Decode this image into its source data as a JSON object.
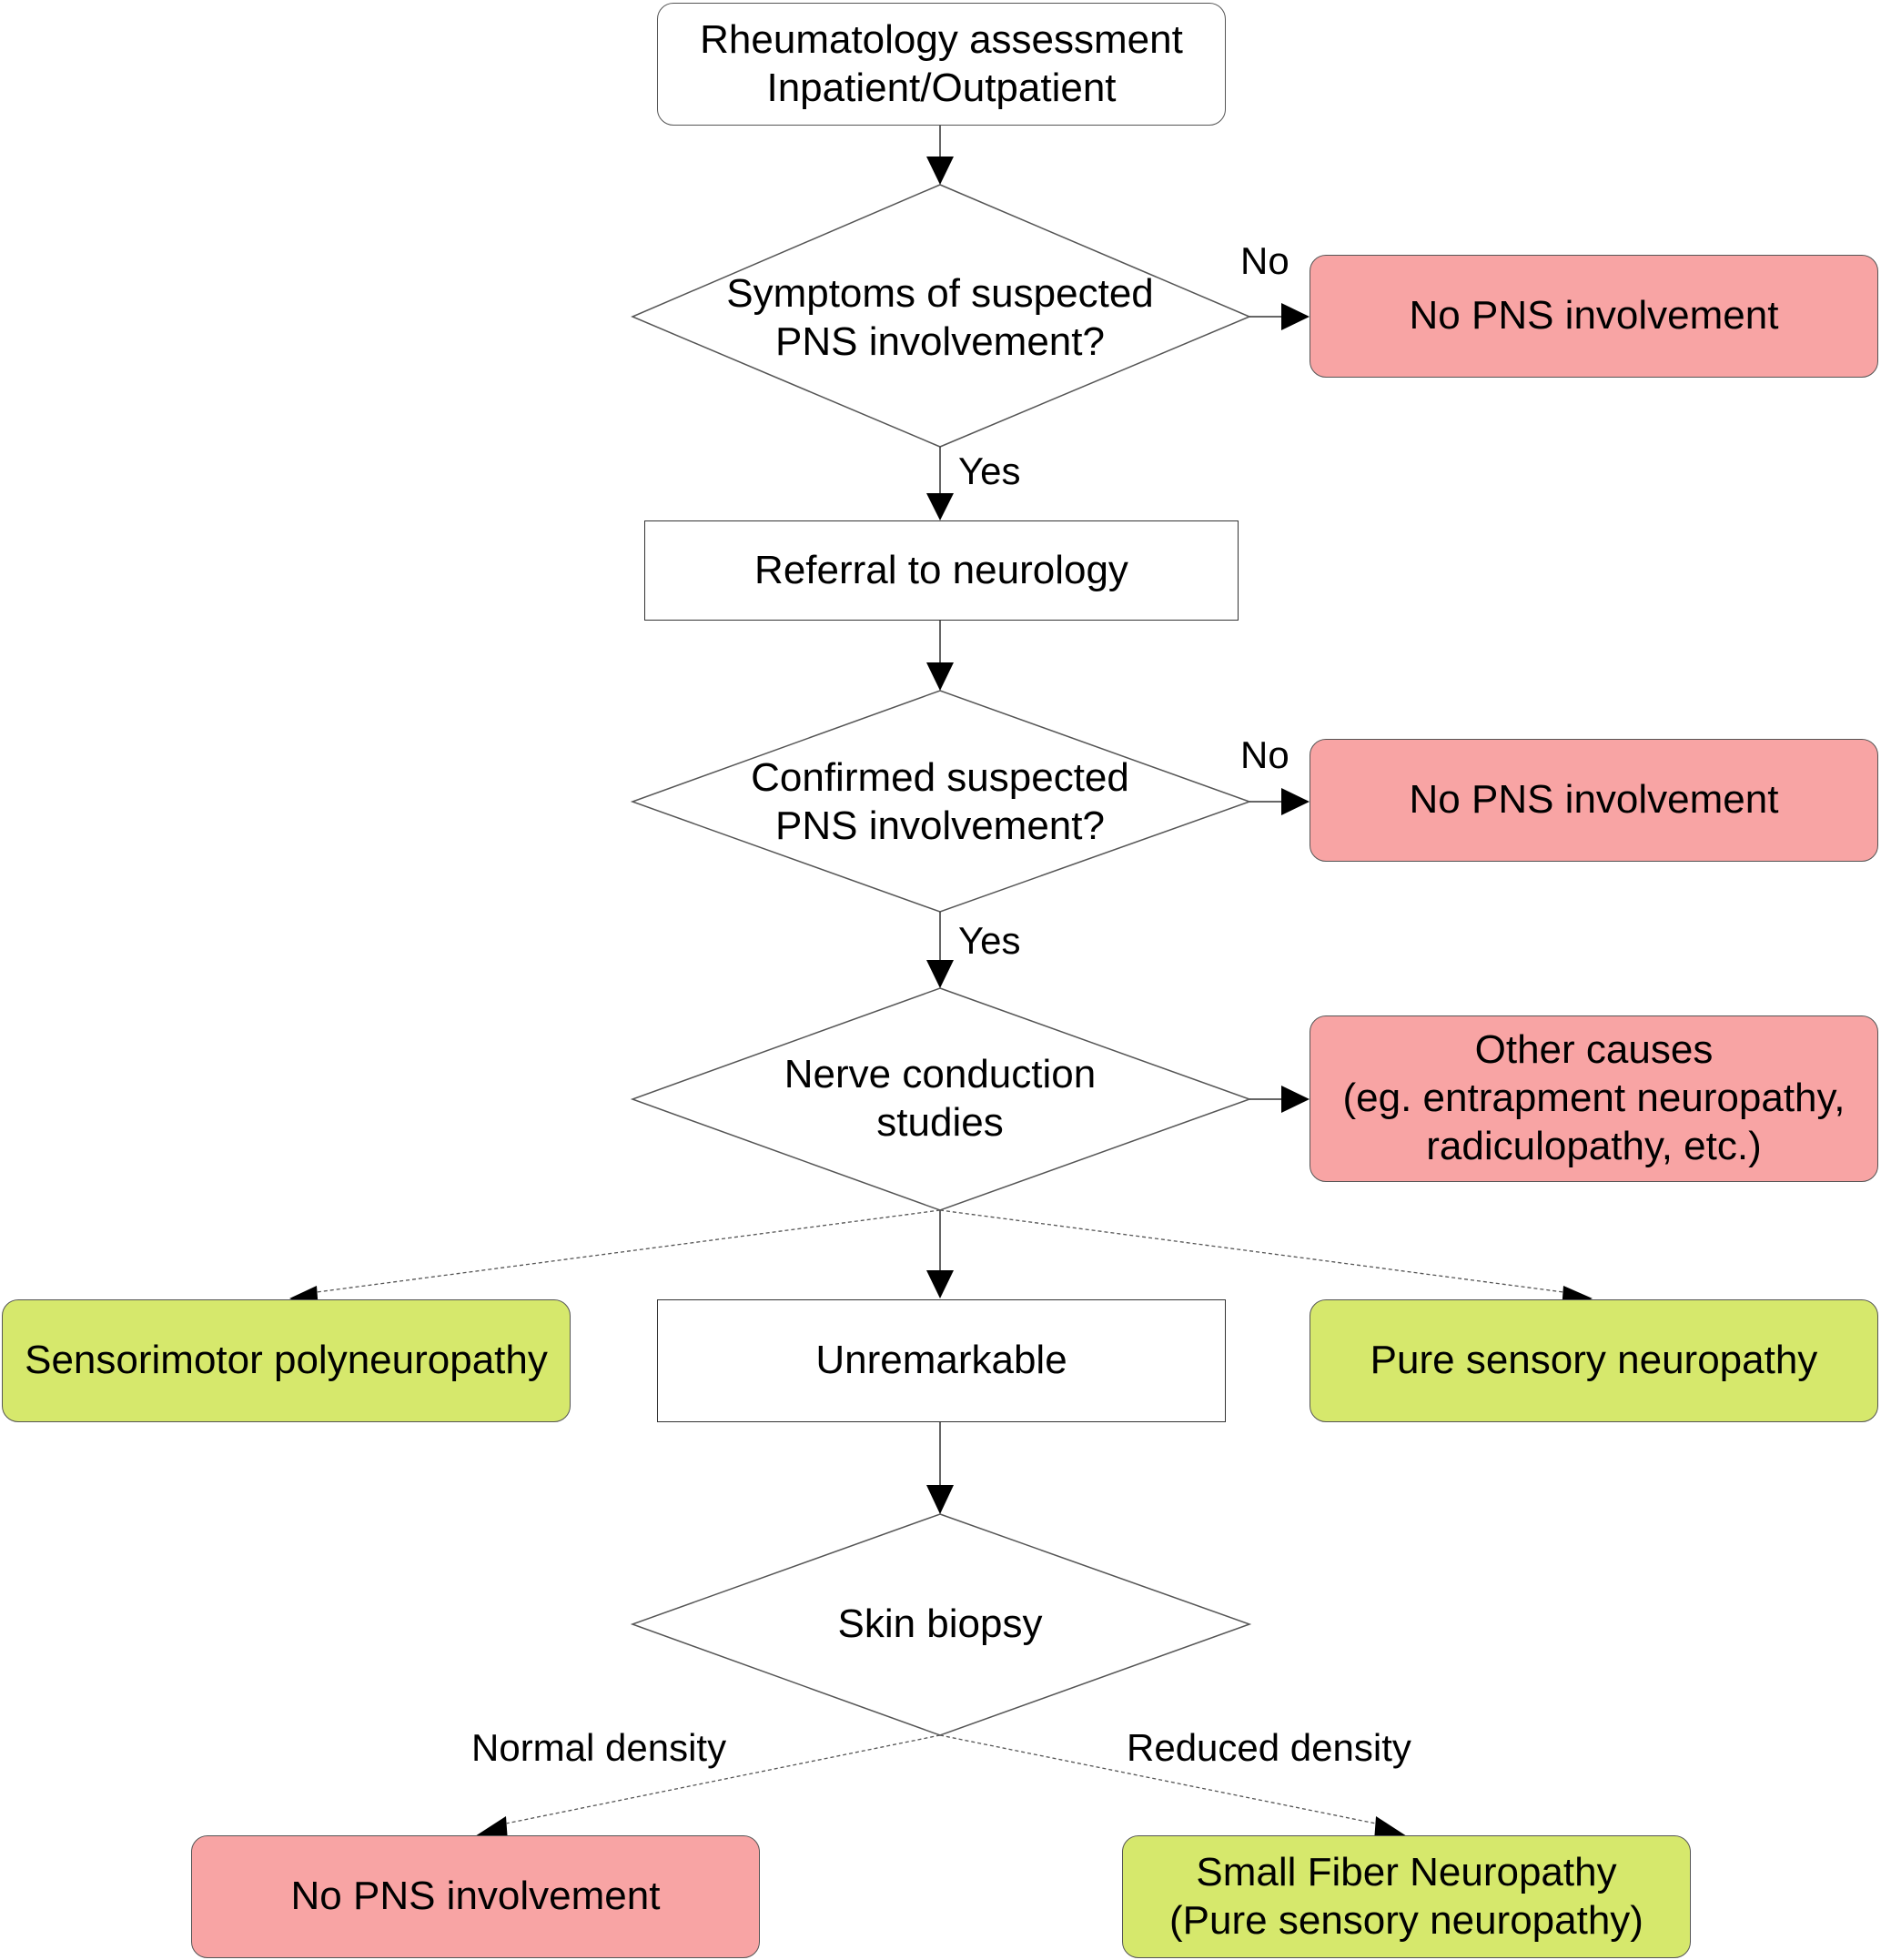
{
  "nodes": {
    "start": "Rheumatology assessment\nInpatient/Outpatient",
    "q_symptoms": "Symptoms of suspected\nPNS involvement?",
    "no_pns_1": "No PNS involvement",
    "referral": "Referral to neurology",
    "q_confirmed": "Confirmed suspected\nPNS involvement?",
    "no_pns_2": "No PNS involvement",
    "q_ncs": "Nerve conduction\nstudies",
    "other_causes": "Other causes\n(eg. entrapment neuropathy,\nradiculopathy, etc.)",
    "sensorimotor": "Sensorimotor polyneuropathy",
    "unremarkable": "Unremarkable",
    "pure_sensory": "Pure sensory neuropathy",
    "q_skin": "Skin biopsy",
    "no_pns_3": "No PNS involvement",
    "small_fiber": "Small Fiber Neuropathy\n(Pure sensory neuropathy)"
  },
  "edge_labels": {
    "no_1": "No",
    "yes_1": "Yes",
    "no_2": "No",
    "yes_2": "Yes",
    "normal_density": "Normal density",
    "reduced_density": "Reduced density"
  },
  "colors": {
    "negative_fill": "#f8a4a4",
    "positive_fill": "#d6e86c",
    "neutral_fill": "#ffffff"
  }
}
